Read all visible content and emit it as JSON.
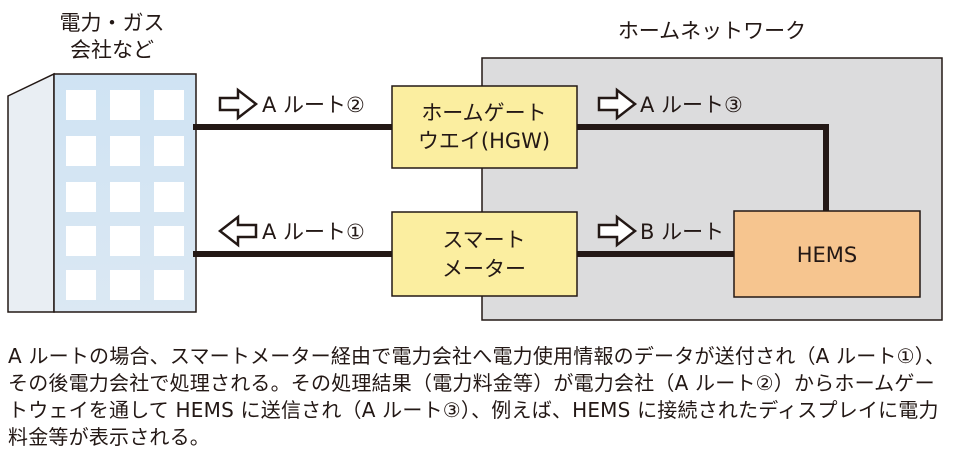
{
  "labels": {
    "company_line1": "電力・ガス",
    "company_line2": "会社など",
    "home_network": "ホームネットワーク",
    "hgw_line1": "ホームゲート",
    "hgw_line2": "ウエイ(HGW)",
    "meter_line1": "スマート",
    "meter_line2": "メーター",
    "hems": "HEMS"
  },
  "routes": {
    "a2": "A ルート②",
    "a3": "A ルート③",
    "a1": "A ルート①",
    "b": "B ルート"
  },
  "caption": "A ルートの場合、スマートメーター経由で電力会社へ電力使用情報のデータが送付され（A ルート①）、その後電力会社で処理される。その処理結果（電力料金等）が電力会社（A ルート②）からホームゲートウェイを通して HEMS に送信され（A ルート③）、例えば、HEMS に接続されたディスプレイに電力料金等が表示される。",
  "colors": {
    "network_bg": "#dcdcdd",
    "building_face": "#cfe3f3",
    "building_side": "#e9eef3",
    "window": "#ffffff",
    "device_box": "#fbeea0",
    "hems_box": "#f6c58f",
    "line": "#231815"
  }
}
